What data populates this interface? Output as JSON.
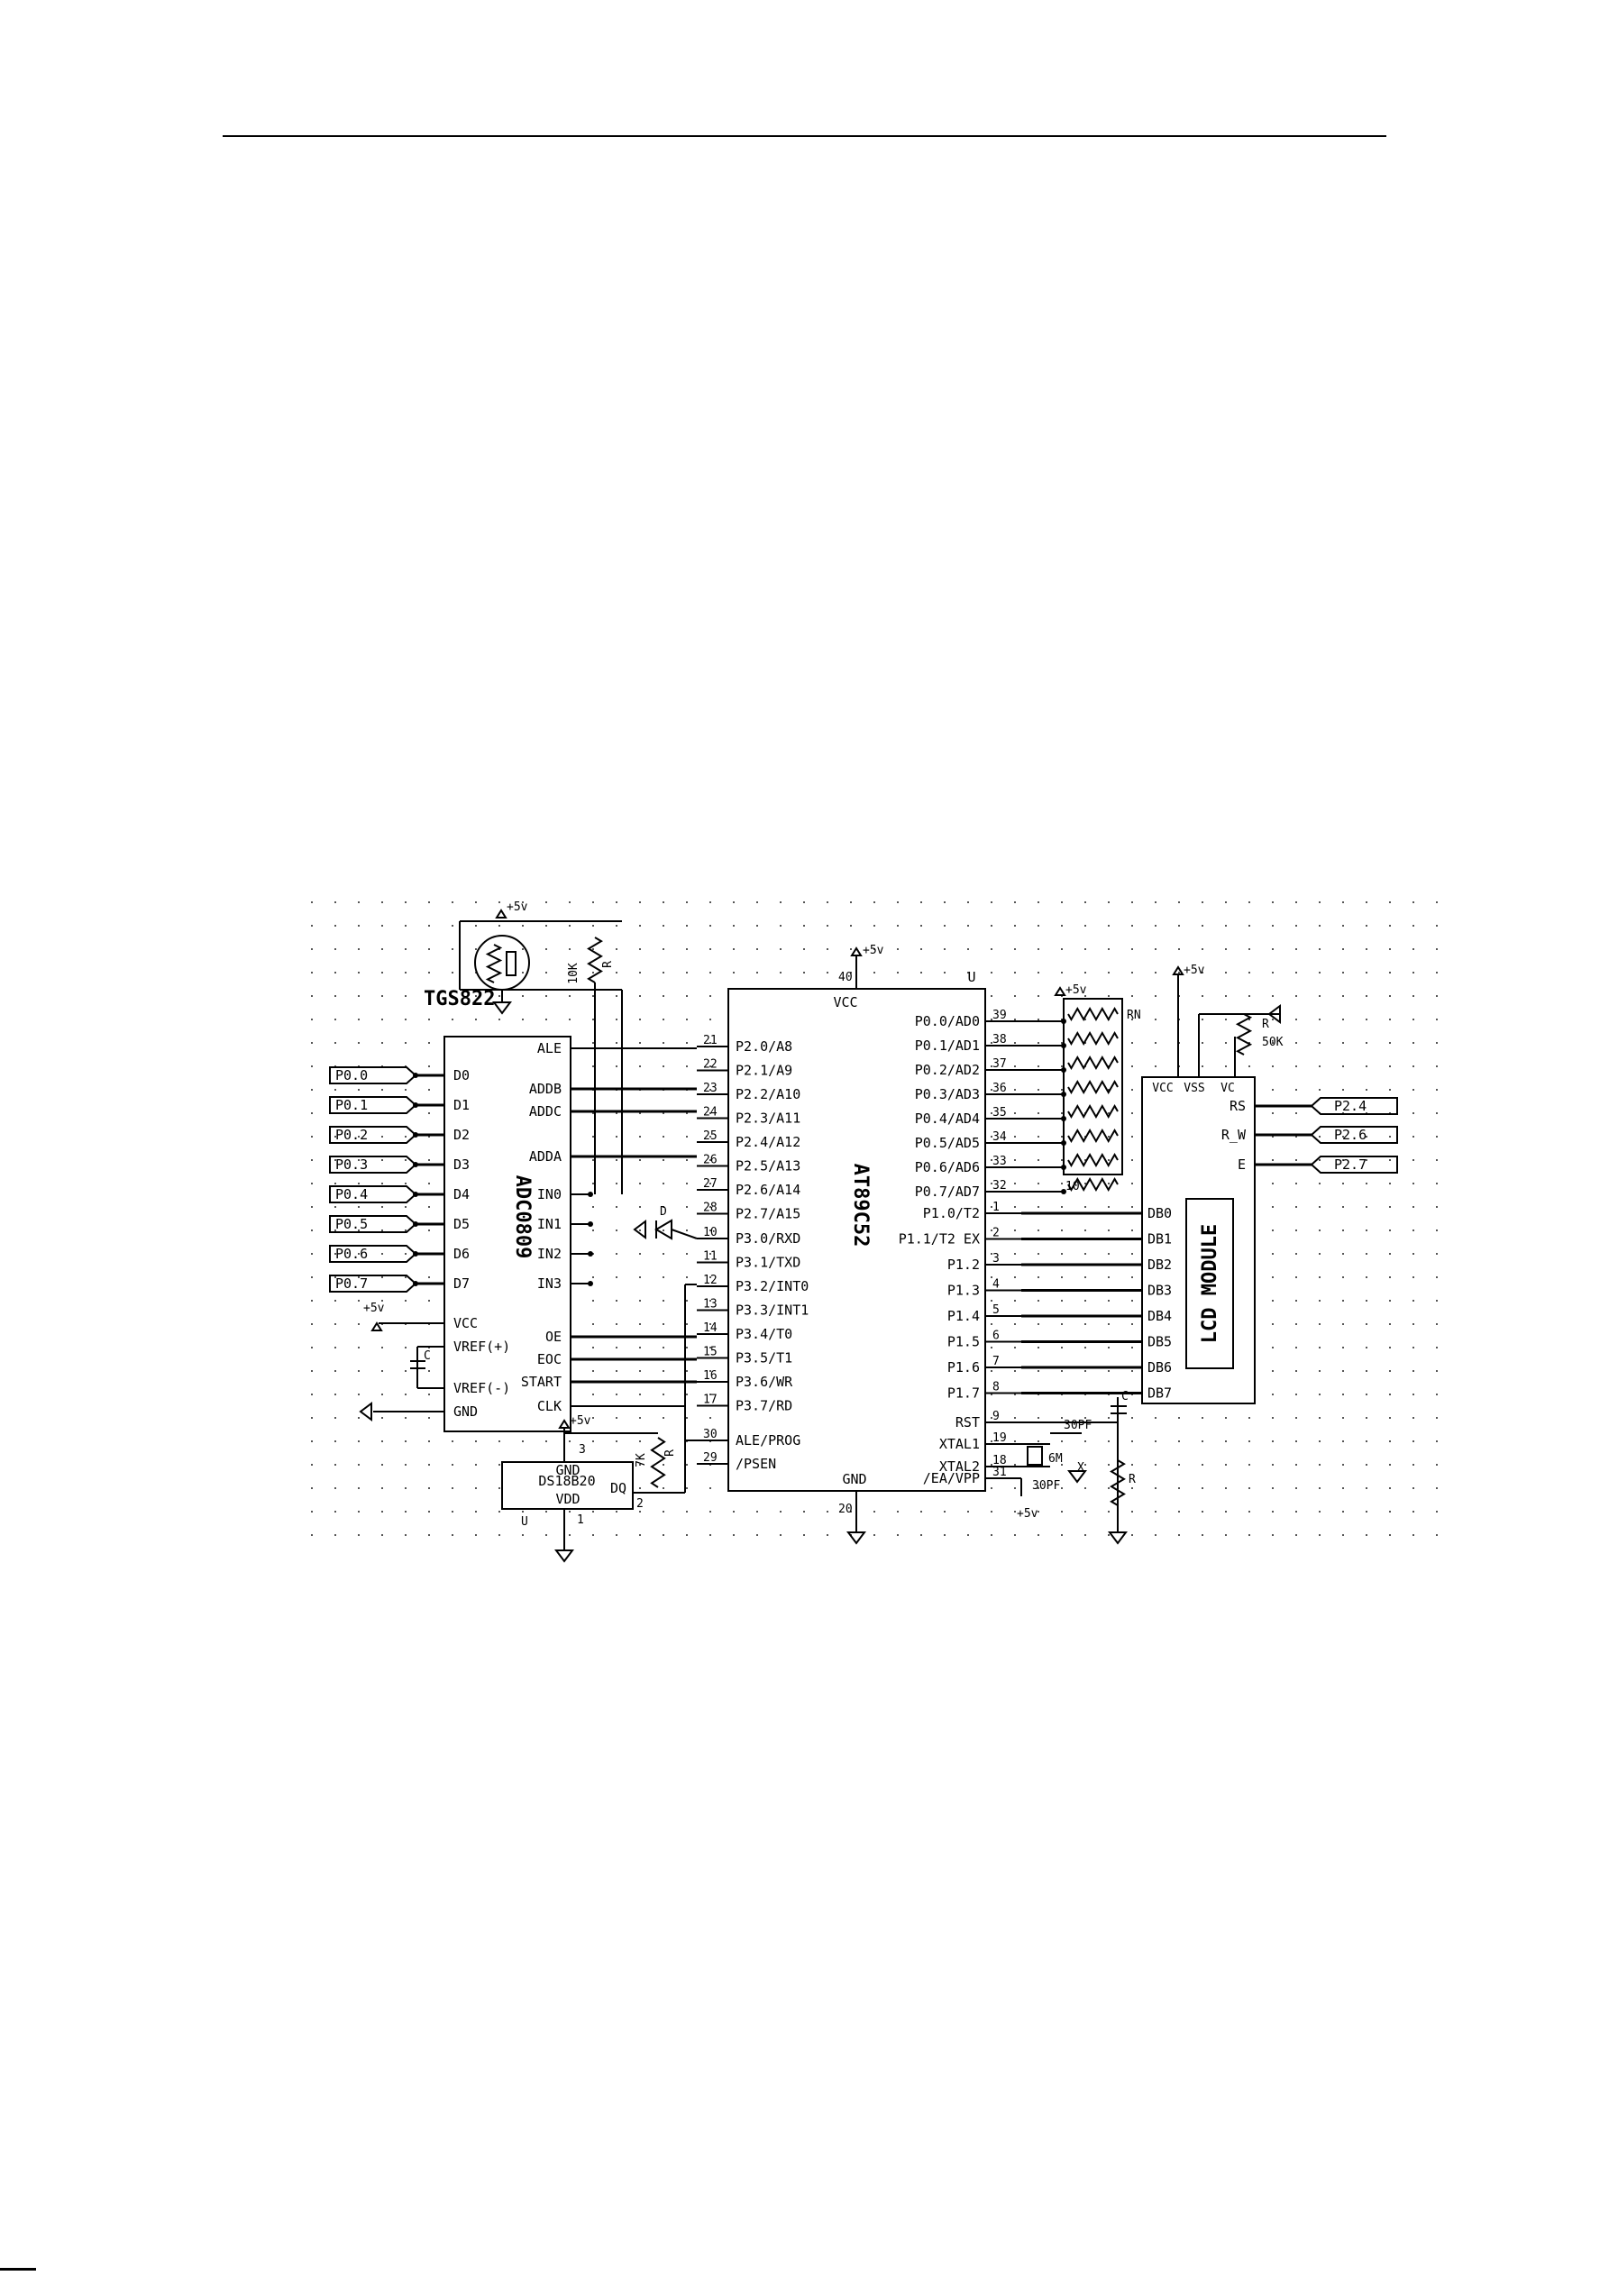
{
  "title": "",
  "chips": {
    "adc": {
      "name": "ADC0809",
      "left_pins": [
        "D0",
        "D1",
        "D2",
        "D3",
        "D4",
        "D5",
        "D6",
        "D7",
        "VCC",
        "VREF(+)",
        "VREF(-)",
        "GND"
      ],
      "right_top": [
        "ALE",
        "ADDB",
        "ADDC",
        "ADDA"
      ],
      "inputs": [
        "IN0",
        "IN1",
        "IN2",
        "IN3"
      ],
      "right_bottom": [
        "OE",
        "EOC",
        "START",
        "CLK"
      ]
    },
    "mcu": {
      "name": "AT89C52",
      "part": "U",
      "vcc": "VCC",
      "gnd": "GND",
      "pin_vcc": "40",
      "pin_gnd": "20",
      "left_pins": [
        "P2.0/A8",
        "P2.1/A9",
        "P2.2/A10",
        "P2.3/A11",
        "P2.4/A12",
        "P2.5/A13",
        "P2.6/A14",
        "P2.7/A15",
        "P3.0/RXD",
        "P3.1/TXD",
        "P3.2/INT0",
        "P3.3/INT1",
        "P3.4/T0",
        "P3.5/T1",
        "P3.6/WR",
        "P3.7/RD",
        "ALE/PROG",
        "/PSEN"
      ],
      "left_nums": [
        "21",
        "22",
        "23",
        "24",
        "25",
        "26",
        "27",
        "28",
        "10",
        "11",
        "12",
        "13",
        "14",
        "15",
        "16",
        "17",
        "30",
        "29"
      ],
      "right_pins": [
        "P0.0/AD0",
        "P0.1/AD1",
        "P0.2/AD2",
        "P0.3/AD3",
        "P0.4/AD4",
        "P0.5/AD5",
        "P0.6/AD6",
        "P0.7/AD7",
        "P1.0/T2",
        "P1.1/T2 EX",
        "P1.2",
        "P1.3",
        "P1.4",
        "P1.5",
        "P1.6",
        "P1.7",
        "RST",
        "XTAL1",
        "XTAL2",
        "/EA/VPP"
      ],
      "right_nums": [
        "39",
        "38",
        "37",
        "36",
        "35",
        "34",
        "33",
        "32",
        "1",
        "2",
        "3",
        "4",
        "5",
        "6",
        "7",
        "8",
        "9",
        "19",
        "18",
        "31"
      ]
    },
    "lcd": {
      "name": "LCD MODULE",
      "top_pins": [
        "VCC",
        "VSS",
        "VC"
      ],
      "right_pins": [
        "RS",
        "R_W",
        "E"
      ],
      "data_pins": [
        "DB0",
        "DB1",
        "DB2",
        "DB3",
        "DB4",
        "DB5",
        "DB6",
        "DB7"
      ]
    },
    "sensor": {
      "name": "DS18B20",
      "pins": [
        "GND",
        "VDD",
        "DQ"
      ],
      "part": "U",
      "nums": [
        "3",
        "1",
        "2"
      ]
    }
  },
  "ports_left": [
    "P0.0",
    "P0.1",
    "P0.2",
    "P0.3",
    "P0.4",
    "P0.5",
    "P0.6",
    "P0.7"
  ],
  "ports_right": [
    "P2.4",
    "P2.6",
    "P2.7"
  ],
  "misc": {
    "gas_sensor": "TGS822",
    "r10k": "10K",
    "r": "R",
    "r7k": "7K",
    "r50k": "50K",
    "plus5v": "+5v",
    "cap": "C",
    "cap30": "30PF",
    "crystal": "6M",
    "rn": "RN",
    "rn_num": "10",
    "x": "X",
    "dq": "DQ",
    "led": "D"
  }
}
